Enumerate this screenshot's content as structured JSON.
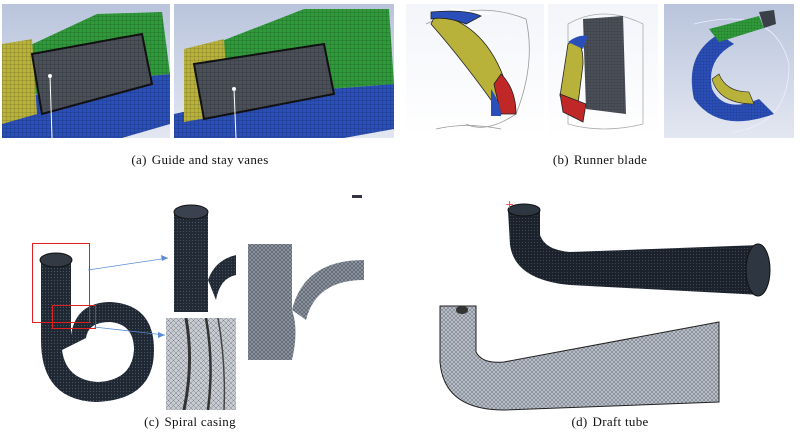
{
  "figure": {
    "panels": [
      {
        "id": "a",
        "label": "(a)",
        "caption": "Guide and stay vanes"
      },
      {
        "id": "b",
        "label": "(b)",
        "caption": "Runner blade"
      },
      {
        "id": "c",
        "label": "(c)",
        "caption": "Spiral casing"
      },
      {
        "id": "d",
        "label": "(d)",
        "caption": "Draft tube"
      }
    ]
  },
  "colors": {
    "mesh_green": "#2f9a3a",
    "mesh_yellow": "#b9b23a",
    "mesh_blue": "#2b4fb8",
    "mesh_gray": "#4a4f58",
    "mesh_red": "#c02828",
    "viewport_bg": "#c5cde2",
    "callout_red": "#e02020",
    "dark_mesh": "#1f2733"
  }
}
